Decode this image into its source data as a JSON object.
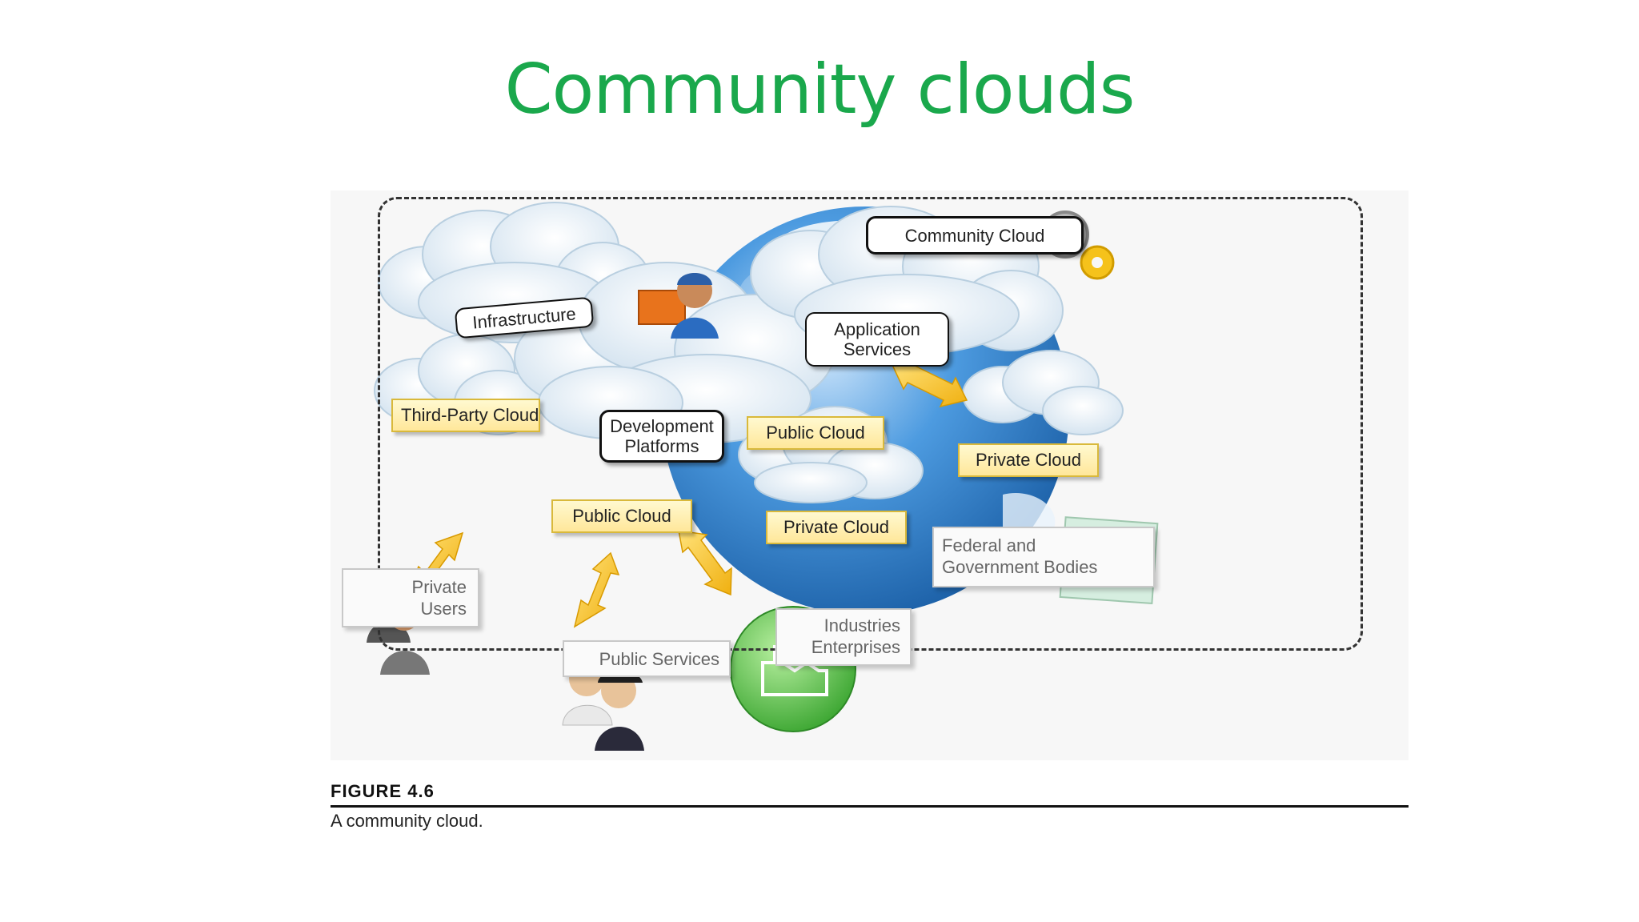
{
  "title": "Community clouds",
  "figure": {
    "community_cloud_label": "Community Cloud",
    "infrastructure_label": "Infrastructure",
    "application_services_label": [
      "Application",
      "Services"
    ],
    "development_platforms_label": [
      "Development",
      "Platforms"
    ],
    "third_party_cloud_label": "Third-Party Cloud",
    "public_cloud_label_1": "Public Cloud",
    "public_cloud_label_2": "Public Cloud",
    "private_cloud_label_1": "Private Cloud",
    "private_cloud_label_2": "Private Cloud",
    "private_users_label": [
      "Private",
      "Users"
    ],
    "public_services_label": "Public Services",
    "industries_label": [
      "Industries",
      "Enterprises"
    ],
    "federal_label": [
      "Federal  and",
      "Government Bodies"
    ],
    "icons": [
      "server-rack-icon",
      "gears-icon",
      "developer-toolbox-icon",
      "users-icon",
      "doctor-firefighter-icon",
      "factory-icon",
      "scales-of-justice-icon",
      "globe-icon"
    ],
    "colors": {
      "arrow": "#f5c21b",
      "cloud": "#dce9f3",
      "globe": "#2f7fc7",
      "title": "#1aa84c"
    }
  },
  "caption": {
    "number": "FIGURE 4.6",
    "text": "A community cloud."
  }
}
